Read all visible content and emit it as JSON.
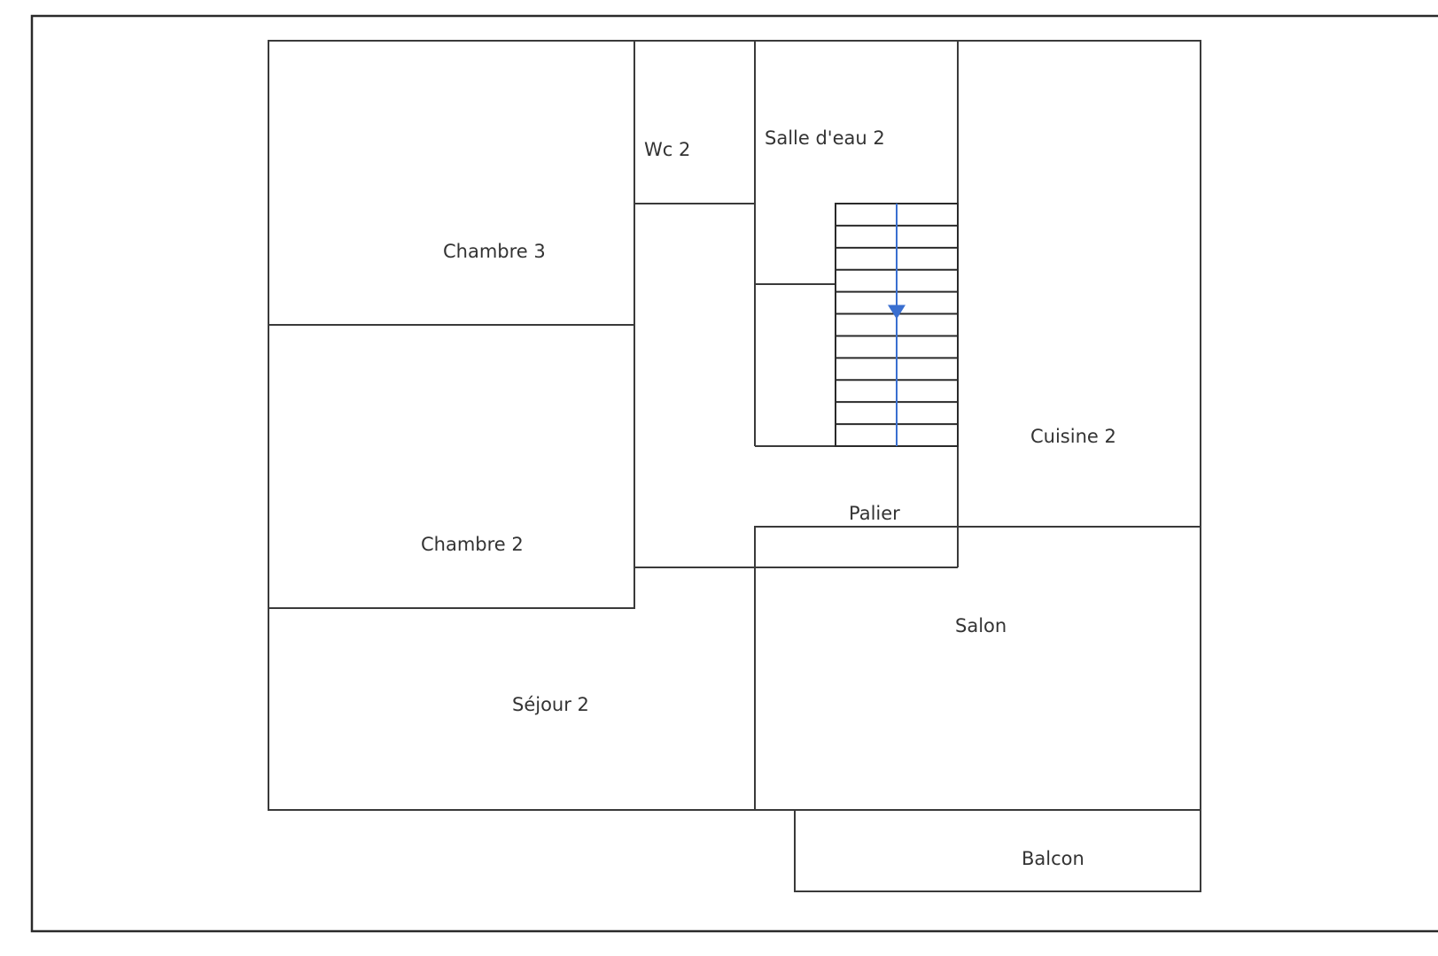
{
  "floorplan": {
    "rooms": {
      "chambre3": "Chambre 3",
      "wc2": "Wc 2",
      "salle_eau2": "Salle d'eau 2",
      "chambre2": "Chambre 2",
      "palier": "Palier",
      "cuisine2": "Cuisine 2",
      "sejour2": "Séjour 2",
      "salon": "Salon",
      "balcon": "Balcon"
    },
    "staircase": {
      "steps": 11,
      "direction": "down",
      "arrow_color": "#3a6fd0"
    },
    "colors": {
      "wall": "#3a3a3a",
      "background": "#ffffff",
      "label": "#333333"
    }
  }
}
